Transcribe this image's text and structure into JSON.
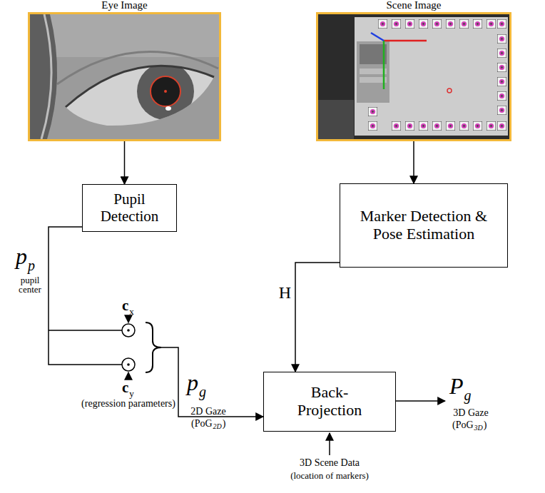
{
  "diagram": {
    "nodes": [
      {
        "text": [
          "Eye Image"
        ]
      },
      {
        "text": [
          "Scene Image"
        ]
      },
      {
        "text": [
          "Pupil Detection"
        ]
      },
      {
        "text": [
          "Marker Detection & Pose Estimation"
        ]
      },
      {
        "text": [
          "Back- Projection"
        ]
      }
    ],
    "edges": [
      {
        "from": 0,
        "to": 2,
        "arrow": "to"
      },
      {
        "from": 1,
        "to": 3,
        "arrow": "to"
      },
      {
        "from": 2,
        "to": 4,
        "arrow": "to"
      },
      {
        "from": 3,
        "to": 4,
        "label": "H",
        "arrow": "to"
      }
    ],
    "labels": [
      "p",
      "p",
      "pupil center",
      "c",
      "x",
      "c",
      "y",
      "(regression parameters)",
      "p",
      "g",
      "2D Gaze",
      "(PoG",
      "2D",
      ")",
      "P",
      "g",
      "3D Gaze",
      "(PoG",
      "3D",
      ")",
      "3D Scene Data",
      "(location of markers)"
    ]
  }
}
